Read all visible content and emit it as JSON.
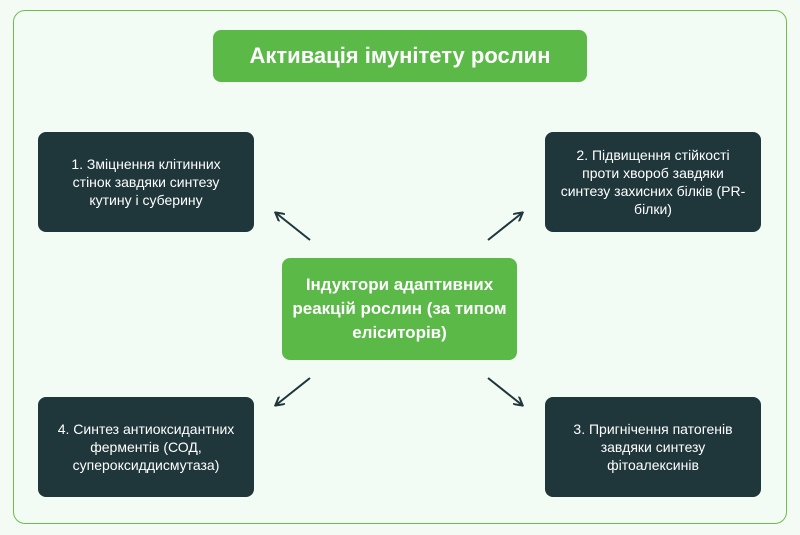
{
  "title": "Активація імунітету рослин",
  "center": "Індуктори адаптивних реакцій рослин (за типом еліситорів)",
  "boxes": [
    "1. Зміцнення клітинних стінок завдяки синтезу кутину і суберину",
    "2. Підвищення стійкості проти хвороб завдяки синтезу захисних білків (PR-білки)",
    "3. Пригнічення патогенів завдяки синтезу фітоалексинів",
    "4. Синтез антиоксидантних ферментів (СОД, супероксиддисмутаза)"
  ],
  "colors": {
    "green": "#5ab947",
    "dark": "#1f363b",
    "border": "#6cc04a"
  }
}
